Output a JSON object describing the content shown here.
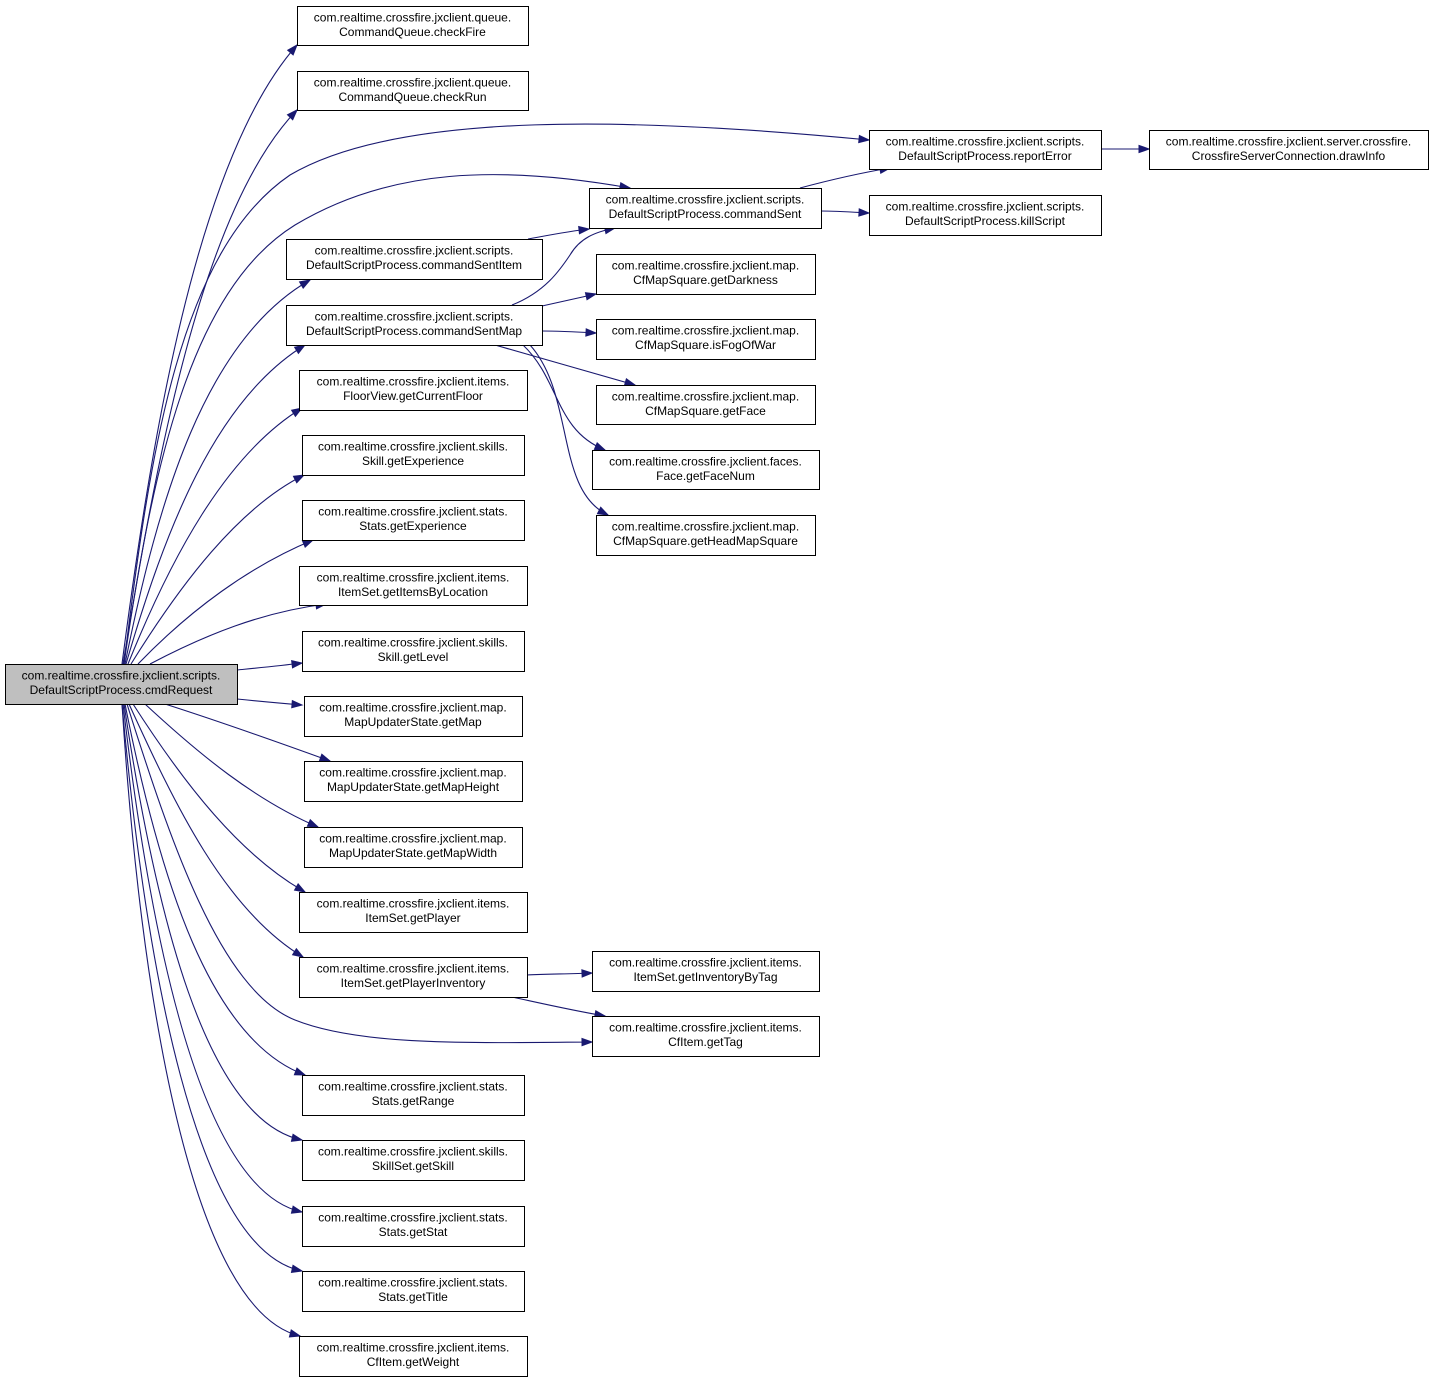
{
  "diagram": {
    "type": "call-graph",
    "colors": {
      "edge": "#191970",
      "root_fill": "#bfbfbf",
      "node_fill": "#ffffff",
      "border": "#000000"
    },
    "nodes": [
      {
        "id": "root",
        "lines": [
          "com.realtime.crossfire.jxclient.scripts.",
          "DefaultScriptProcess.cmdRequest"
        ],
        "root": true
      },
      {
        "id": "checkFire",
        "lines": [
          "com.realtime.crossfire.jxclient.queue.",
          "CommandQueue.checkFire"
        ]
      },
      {
        "id": "checkRun",
        "lines": [
          "com.realtime.crossfire.jxclient.queue.",
          "CommandQueue.checkRun"
        ]
      },
      {
        "id": "reportError",
        "lines": [
          "com.realtime.crossfire.jxclient.scripts.",
          "DefaultScriptProcess.reportError"
        ]
      },
      {
        "id": "drawInfo",
        "lines": [
          "com.realtime.crossfire.jxclient.server.crossfire.",
          "CrossfireServerConnection.drawInfo"
        ]
      },
      {
        "id": "commandSent",
        "lines": [
          "com.realtime.crossfire.jxclient.scripts.",
          "DefaultScriptProcess.commandSent"
        ]
      },
      {
        "id": "killScript",
        "lines": [
          "com.realtime.crossfire.jxclient.scripts.",
          "DefaultScriptProcess.killScript"
        ]
      },
      {
        "id": "commandSentItem",
        "lines": [
          "com.realtime.crossfire.jxclient.scripts.",
          "DefaultScriptProcess.commandSentItem"
        ]
      },
      {
        "id": "getDarkness",
        "lines": [
          "com.realtime.crossfire.jxclient.map.",
          "CfMapSquare.getDarkness"
        ]
      },
      {
        "id": "commandSentMap",
        "lines": [
          "com.realtime.crossfire.jxclient.scripts.",
          "DefaultScriptProcess.commandSentMap"
        ]
      },
      {
        "id": "isFogOfWar",
        "lines": [
          "com.realtime.crossfire.jxclient.map.",
          "CfMapSquare.isFogOfWar"
        ]
      },
      {
        "id": "getCurrentFloor",
        "lines": [
          "com.realtime.crossfire.jxclient.items.",
          "FloorView.getCurrentFloor"
        ]
      },
      {
        "id": "getFace",
        "lines": [
          "com.realtime.crossfire.jxclient.map.",
          "CfMapSquare.getFace"
        ]
      },
      {
        "id": "skillGetExperience",
        "lines": [
          "com.realtime.crossfire.jxclient.skills.",
          "Skill.getExperience"
        ]
      },
      {
        "id": "getFaceNum",
        "lines": [
          "com.realtime.crossfire.jxclient.faces.",
          "Face.getFaceNum"
        ]
      },
      {
        "id": "statsGetExperience",
        "lines": [
          "com.realtime.crossfire.jxclient.stats.",
          "Stats.getExperience"
        ]
      },
      {
        "id": "getHeadMapSquare",
        "lines": [
          "com.realtime.crossfire.jxclient.map.",
          "CfMapSquare.getHeadMapSquare"
        ]
      },
      {
        "id": "getItemsByLocation",
        "lines": [
          "com.realtime.crossfire.jxclient.items.",
          "ItemSet.getItemsByLocation"
        ]
      },
      {
        "id": "getLevel",
        "lines": [
          "com.realtime.crossfire.jxclient.skills.",
          "Skill.getLevel"
        ]
      },
      {
        "id": "getMap",
        "lines": [
          "com.realtime.crossfire.jxclient.map.",
          "MapUpdaterState.getMap"
        ]
      },
      {
        "id": "getMapHeight",
        "lines": [
          "com.realtime.crossfire.jxclient.map.",
          "MapUpdaterState.getMapHeight"
        ]
      },
      {
        "id": "getMapWidth",
        "lines": [
          "com.realtime.crossfire.jxclient.map.",
          "MapUpdaterState.getMapWidth"
        ]
      },
      {
        "id": "getPlayer",
        "lines": [
          "com.realtime.crossfire.jxclient.items.",
          "ItemSet.getPlayer"
        ]
      },
      {
        "id": "getInventoryByTag",
        "lines": [
          "com.realtime.crossfire.jxclient.items.",
          "ItemSet.getInventoryByTag"
        ]
      },
      {
        "id": "getPlayerInventory",
        "lines": [
          "com.realtime.crossfire.jxclient.items.",
          "ItemSet.getPlayerInventory"
        ]
      },
      {
        "id": "getTag",
        "lines": [
          "com.realtime.crossfire.jxclient.items.",
          "CfItem.getTag"
        ]
      },
      {
        "id": "getRange",
        "lines": [
          "com.realtime.crossfire.jxclient.stats.",
          "Stats.getRange"
        ]
      },
      {
        "id": "getSkill",
        "lines": [
          "com.realtime.crossfire.jxclient.skills.",
          "SkillSet.getSkill"
        ]
      },
      {
        "id": "getStat",
        "lines": [
          "com.realtime.crossfire.jxclient.stats.",
          "Stats.getStat"
        ]
      },
      {
        "id": "getTitle",
        "lines": [
          "com.realtime.crossfire.jxclient.stats.",
          "Stats.getTitle"
        ]
      },
      {
        "id": "getWeight",
        "lines": [
          "com.realtime.crossfire.jxclient.items.",
          "CfItem.getWeight"
        ]
      }
    ],
    "edges": [
      {
        "from": "root",
        "to": "checkFire"
      },
      {
        "from": "root",
        "to": "checkRun"
      },
      {
        "from": "root",
        "to": "reportError"
      },
      {
        "from": "root",
        "to": "commandSent"
      },
      {
        "from": "root",
        "to": "commandSentItem"
      },
      {
        "from": "root",
        "to": "commandSentMap"
      },
      {
        "from": "root",
        "to": "getCurrentFloor"
      },
      {
        "from": "root",
        "to": "skillGetExperience"
      },
      {
        "from": "root",
        "to": "statsGetExperience"
      },
      {
        "from": "root",
        "to": "getItemsByLocation"
      },
      {
        "from": "root",
        "to": "getLevel"
      },
      {
        "from": "root",
        "to": "getMap"
      },
      {
        "from": "root",
        "to": "getMapHeight"
      },
      {
        "from": "root",
        "to": "getMapWidth"
      },
      {
        "from": "root",
        "to": "getPlayer"
      },
      {
        "from": "root",
        "to": "getPlayerInventory"
      },
      {
        "from": "root",
        "to": "getTag"
      },
      {
        "from": "root",
        "to": "getRange"
      },
      {
        "from": "root",
        "to": "getSkill"
      },
      {
        "from": "root",
        "to": "getStat"
      },
      {
        "from": "root",
        "to": "getTitle"
      },
      {
        "from": "root",
        "to": "getWeight"
      },
      {
        "from": "reportError",
        "to": "drawInfo"
      },
      {
        "from": "commandSent",
        "to": "reportError"
      },
      {
        "from": "commandSent",
        "to": "killScript"
      },
      {
        "from": "commandSentItem",
        "to": "commandSent"
      },
      {
        "from": "commandSentMap",
        "to": "commandSent"
      },
      {
        "from": "commandSentMap",
        "to": "getDarkness"
      },
      {
        "from": "commandSentMap",
        "to": "isFogOfWar"
      },
      {
        "from": "commandSentMap",
        "to": "getFace"
      },
      {
        "from": "commandSentMap",
        "to": "getFaceNum"
      },
      {
        "from": "commandSentMap",
        "to": "getHeadMapSquare"
      },
      {
        "from": "getPlayerInventory",
        "to": "getInventoryByTag"
      },
      {
        "from": "getPlayerInventory",
        "to": "getTag"
      }
    ]
  }
}
